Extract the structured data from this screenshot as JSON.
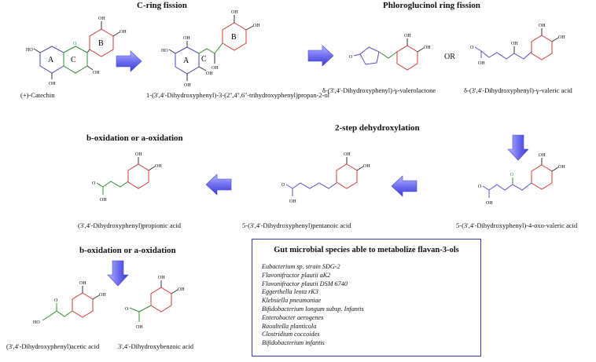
{
  "headers": {
    "c_ring_fission": "C-ring fission",
    "phloroglucinol": "Phloroglucinol ring fission",
    "dehydroxylation": "2-step dehydroxylation",
    "oxidation_1": "b-oxidation or a-oxidation",
    "oxidation_2": "b-oxidation or a-oxidation"
  },
  "compounds": {
    "catechin": "(+)-Catechin",
    "propan2ol": "1-(3',4'-Dihydroxyphenyl)-3-(2'',4'',6''-trihydroxyphenyl)propan-2-ol",
    "valerolactone": "δ-(3',4'-Dihydroxyphenyl)-γ-valerolactone",
    "valeric_acid": "δ-(3',4'-Dihydroxyphenyl)-γ-valeric acid",
    "oxovaleric": "5-(3',4'-Dihydroxyphenyl)-4-oxo-valeric acid",
    "pentanoic": "5-(3',4'-Dihydroxyphenyl)pentanoic acid",
    "propionic": "(3',4'-Dihydroxyphenyl)propionic acid",
    "acetic": "(3',4'-Dihydroxyphenyl)acetic acid",
    "benzoic": "3',4'-Dihydroxybenzoic acid"
  },
  "or_label": "OR",
  "ring_labels": {
    "A": "A",
    "B": "B",
    "C": "C"
  },
  "atoms": {
    "OH": "OH",
    "HO": "HO",
    "O": "O"
  },
  "species_box": {
    "title": "Gut microbial species able to metabolize flavan-3-ols",
    "items": [
      "Eubacterium sp. strain SDG-2",
      "Flavonifractor plautii aK2",
      "Flavonifractor plautii DSM 6740",
      "Eggerthella lenta rK3",
      "Klebsiella pneumoniae",
      "Bifidobacterium longum subsp. Infantis",
      "Enterobacter aerogenes",
      "Raoultella planticola",
      "Clostridium coccoides",
      "Bifidobacterium infantis"
    ]
  },
  "colors": {
    "ring_a": "#4a4ab8",
    "ring_b": "#d23a3a",
    "ring_c": "#2f8f2f",
    "chain_purple": "#6a4cc0",
    "arrow_fill": "#7b7bea",
    "arrow_dark": "#4a4ad0",
    "box_border": "#3a3aa6"
  },
  "icons": {
    "reaction_arrow": "arrow-icon"
  }
}
